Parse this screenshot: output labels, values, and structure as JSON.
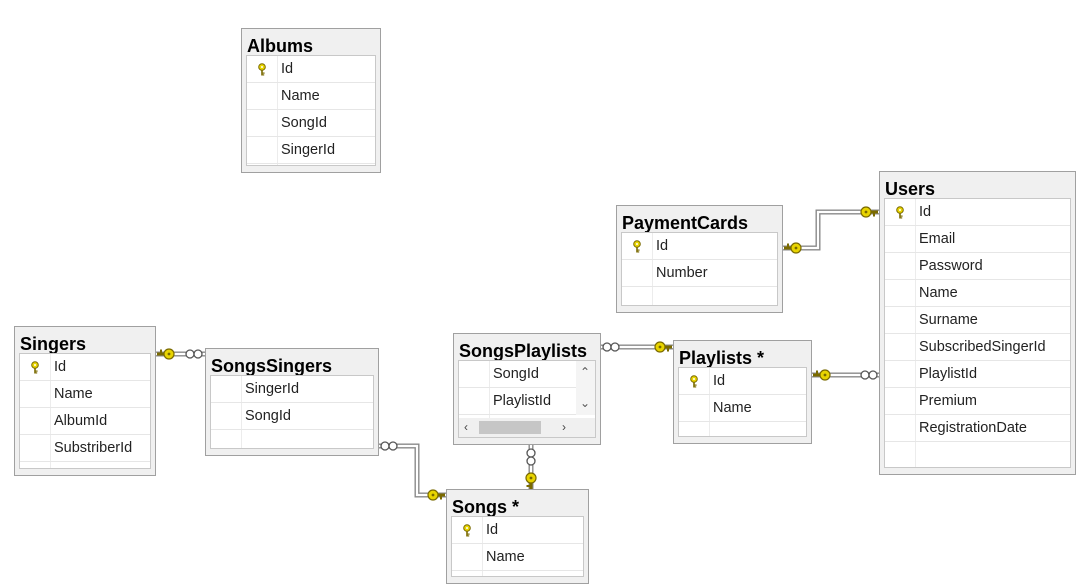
{
  "diagram": {
    "tables": [
      {
        "id": "albums",
        "title": "Albums",
        "columns": [
          {
            "name": "Id",
            "pk": true
          },
          {
            "name": "Name",
            "pk": false
          },
          {
            "name": "SongId",
            "pk": false
          },
          {
            "name": "SingerId",
            "pk": false
          }
        ]
      },
      {
        "id": "paymentcards",
        "title": "PaymentCards",
        "columns": [
          {
            "name": "Id",
            "pk": true
          },
          {
            "name": "Number",
            "pk": false
          }
        ]
      },
      {
        "id": "users",
        "title": "Users",
        "columns": [
          {
            "name": "Id",
            "pk": true
          },
          {
            "name": "Email",
            "pk": false
          },
          {
            "name": "Password",
            "pk": false
          },
          {
            "name": "Name",
            "pk": false
          },
          {
            "name": "Surname",
            "pk": false
          },
          {
            "name": "SubscribedSingerId",
            "pk": false
          },
          {
            "name": "PlaylistId",
            "pk": false
          },
          {
            "name": "Premium",
            "pk": false
          },
          {
            "name": "RegistrationDate",
            "pk": false
          }
        ]
      },
      {
        "id": "singers",
        "title": "Singers",
        "columns": [
          {
            "name": "Id",
            "pk": true
          },
          {
            "name": "Name",
            "pk": false
          },
          {
            "name": "AlbumId",
            "pk": false
          },
          {
            "name": "SubstriberId",
            "pk": false
          }
        ]
      },
      {
        "id": "songssingers",
        "title": "SongsSingers",
        "columns": [
          {
            "name": "SingerId",
            "pk": false
          },
          {
            "name": "SongId",
            "pk": false
          }
        ]
      },
      {
        "id": "songsplaylists",
        "title": "SongsPlaylists",
        "columns": [
          {
            "name": "SongId",
            "pk": false
          },
          {
            "name": "PlaylistId",
            "pk": false
          }
        ],
        "scrollbars": true
      },
      {
        "id": "playlists",
        "title": "Playlists *",
        "columns": [
          {
            "name": "Id",
            "pk": true
          },
          {
            "name": "Name",
            "pk": false
          }
        ]
      },
      {
        "id": "songs",
        "title": "Songs *",
        "columns": [
          {
            "name": "Id",
            "pk": true
          },
          {
            "name": "Name",
            "pk": false
          }
        ]
      }
    ],
    "relationships": [
      {
        "from": "paymentcards",
        "to": "users",
        "from_end": "one",
        "to_end": "one"
      },
      {
        "from": "users",
        "to": "playlists",
        "from_end": "many",
        "to_end": "one"
      },
      {
        "from": "singers",
        "to": "songssingers",
        "from_end": "one",
        "to_end": "many"
      },
      {
        "from": "songssingers",
        "to": "songs",
        "from_end": "many",
        "to_end": "one"
      },
      {
        "from": "songsplaylists",
        "to": "playlists",
        "from_end": "many",
        "to_end": "one"
      },
      {
        "from": "songsplaylists",
        "to": "songs",
        "from_end": "many",
        "to_end": "one"
      }
    ],
    "colors": {
      "key": "#e8d400",
      "line": "#909090",
      "header": "#f0f0f0",
      "border": "#a0a0a0"
    }
  }
}
